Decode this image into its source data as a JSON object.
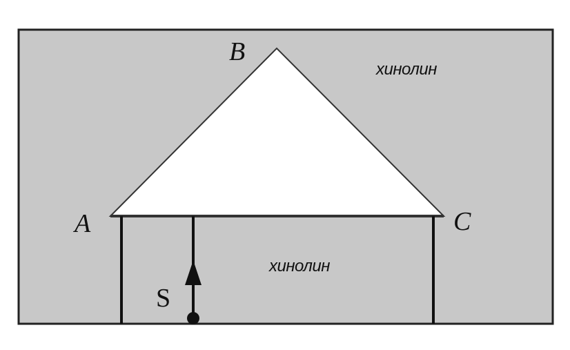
{
  "diagram": {
    "vertices": {
      "a": "A",
      "b": "B",
      "c": "C"
    },
    "regions": {
      "upper_medium": "хинолин",
      "lower_medium": "хинолин"
    },
    "source": "S",
    "colors": {
      "medium_fill": "#c8c8c8",
      "prism_fill": "#ffffff",
      "stroke": "#222222"
    }
  }
}
